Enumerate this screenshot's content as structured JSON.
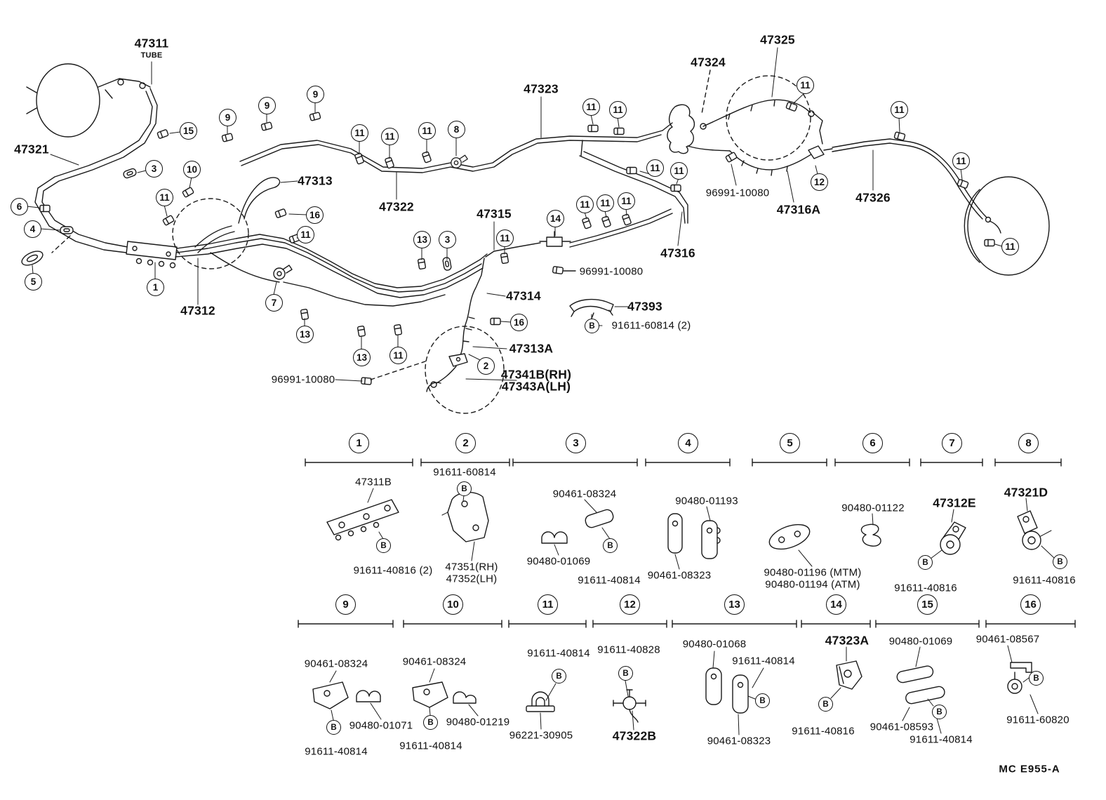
{
  "b": "B",
  "footer": "MC  E955-A",
  "main": {
    "l47311": "47311",
    "tube": "TUBE",
    "l47321": "47321",
    "l47323": "47323",
    "l47324": "47324",
    "l47325": "47325",
    "l47313": "47313",
    "l47322": "47322",
    "l47315": "47315",
    "l96991a": "96991-10080",
    "l47316A": "47316A",
    "l47326": "47326",
    "l47316": "47316",
    "l96991b": "96991-10080",
    "l47314": "47314",
    "l47393": "47393",
    "l91611_60814": "91611-60814 (2)",
    "l47313A": "47313A",
    "l47312": "47312",
    "l47341B": "47341B(RH)",
    "l47343A": "47343A(LH)",
    "l96991c": "96991-10080"
  },
  "callouts": [
    "15",
    "9",
    "9",
    "9",
    "11",
    "11",
    "11",
    "8",
    "11",
    "11",
    "11",
    "11",
    "3",
    "10",
    "11",
    "6",
    "4",
    "16",
    "11",
    "13",
    "3",
    "11",
    "14",
    "11",
    "11",
    "11",
    "11",
    "11",
    "12",
    "11",
    "11",
    "5",
    "1",
    "7",
    "13",
    "13",
    "11",
    "16",
    "2"
  ],
  "legend": [
    {
      "num": "1",
      "labels": [
        "47311B",
        "91611-40816 (2)"
      ]
    },
    {
      "num": "2",
      "labels": [
        "91611-60814",
        "47351(RH)",
        "47352(LH)"
      ]
    },
    {
      "num": "3",
      "labels": [
        "90461-08324",
        "90480-01069",
        "91611-40814"
      ]
    },
    {
      "num": "4",
      "labels": [
        "90480-01193",
        "90461-08323"
      ]
    },
    {
      "num": "5",
      "labels": [
        "90480-01196 (MTM)",
        "90480-01194 (ATM)"
      ]
    },
    {
      "num": "6",
      "labels": [
        "90480-01122"
      ]
    },
    {
      "num": "7",
      "labels": [
        "47312E",
        "91611-40816"
      ]
    },
    {
      "num": "8",
      "labels": [
        "47321D",
        "91611-40816"
      ]
    },
    {
      "num": "9",
      "labels": [
        "90461-08324",
        "90480-01071",
        "91611-40814"
      ]
    },
    {
      "num": "10",
      "labels": [
        "90461-08324",
        "90480-01219",
        "91611-40814"
      ]
    },
    {
      "num": "11",
      "labels": [
        "91611-40814",
        "96221-30905"
      ]
    },
    {
      "num": "12",
      "labels": [
        "91611-40828",
        "47322B"
      ]
    },
    {
      "num": "13",
      "labels": [
        "90480-01068",
        "91611-40814",
        "90461-08323"
      ]
    },
    {
      "num": "14",
      "labels": [
        "47323A",
        "91611-40816"
      ]
    },
    {
      "num": "15",
      "labels": [
        "90480-01069",
        "90461-08593",
        "91611-40814"
      ]
    },
    {
      "num": "16",
      "labels": [
        "90461-08567",
        "91611-60820"
      ]
    }
  ]
}
